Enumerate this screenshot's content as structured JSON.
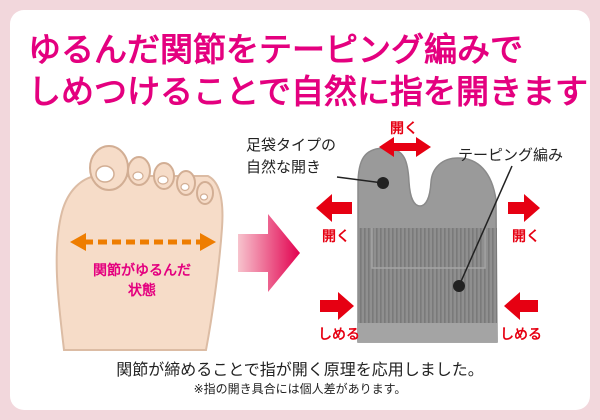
{
  "headline": {
    "line1": "ゆるんだ関節をテーピング編みで",
    "line2": "しめつけることで自然に指を開きます"
  },
  "labels": {
    "tabi_type_line1": "足袋タイプの",
    "tabi_type_line2": "自然な開き",
    "open_top": "開く",
    "taping_knit": "テーピング編み",
    "open_left": "開く",
    "open_right": "開く",
    "tighten_left": "しめる",
    "tighten_right": "しめる",
    "loose_joint_line1": "関節がゆるんだ",
    "loose_joint_line2": "状態"
  },
  "footer": {
    "main": "関節が締めることで指が開く原理を応用しました。",
    "note": "※指の開き具合には個人差があります。"
  },
  "colors": {
    "headline": "#e4007f",
    "arrow_red": "#e60012",
    "sock_gray": "#9a9a9a",
    "skin": "#f6dcc8",
    "outer_frame": "#f2d7dc"
  }
}
